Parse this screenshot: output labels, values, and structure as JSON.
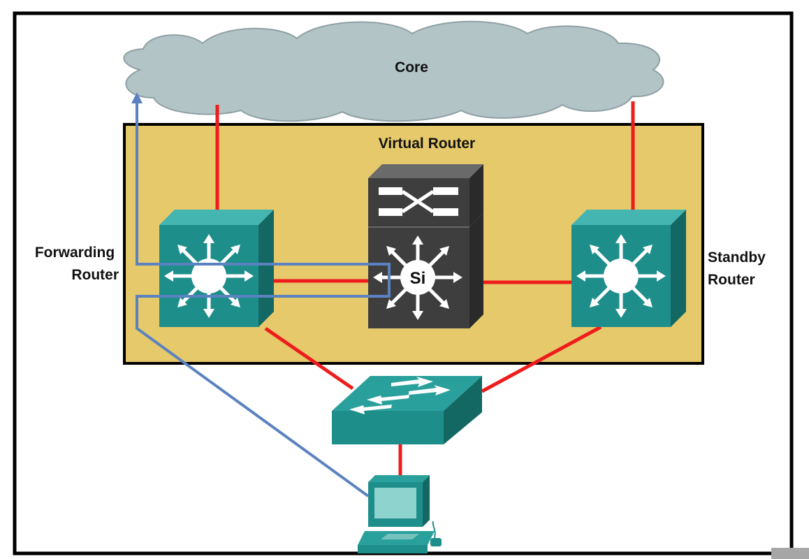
{
  "labels": {
    "core": "Core",
    "virtual_router": "Virtual Router",
    "forwarding_router_line1": "Forwarding",
    "forwarding_router_line2": "Router",
    "standby_router_line1": "Standby",
    "standby_router_line2": "Router",
    "si_badge": "Si"
  },
  "colors": {
    "frame": "#000000",
    "cloud_fill": "#b3c4c6",
    "cloud_stroke": "#8fa0a4",
    "virtual_router_box": "#e5c96a",
    "links": "#ee1c1c",
    "traffic_path": "#5b82c0",
    "device_teal": "#1e8e8b",
    "device_dark": "#3e3e3e",
    "corner_block": "#a6a6a6"
  },
  "icons": {
    "core_cloud": "cloud-icon",
    "forwarding_router": "multilayer-switch-icon",
    "distribution_switch": "si-switch-icon",
    "standby_router": "multilayer-switch-icon",
    "access_switch": "workgroup-switch-icon",
    "host": "pc-icon",
    "traffic_path": "arrow-up-icon"
  }
}
